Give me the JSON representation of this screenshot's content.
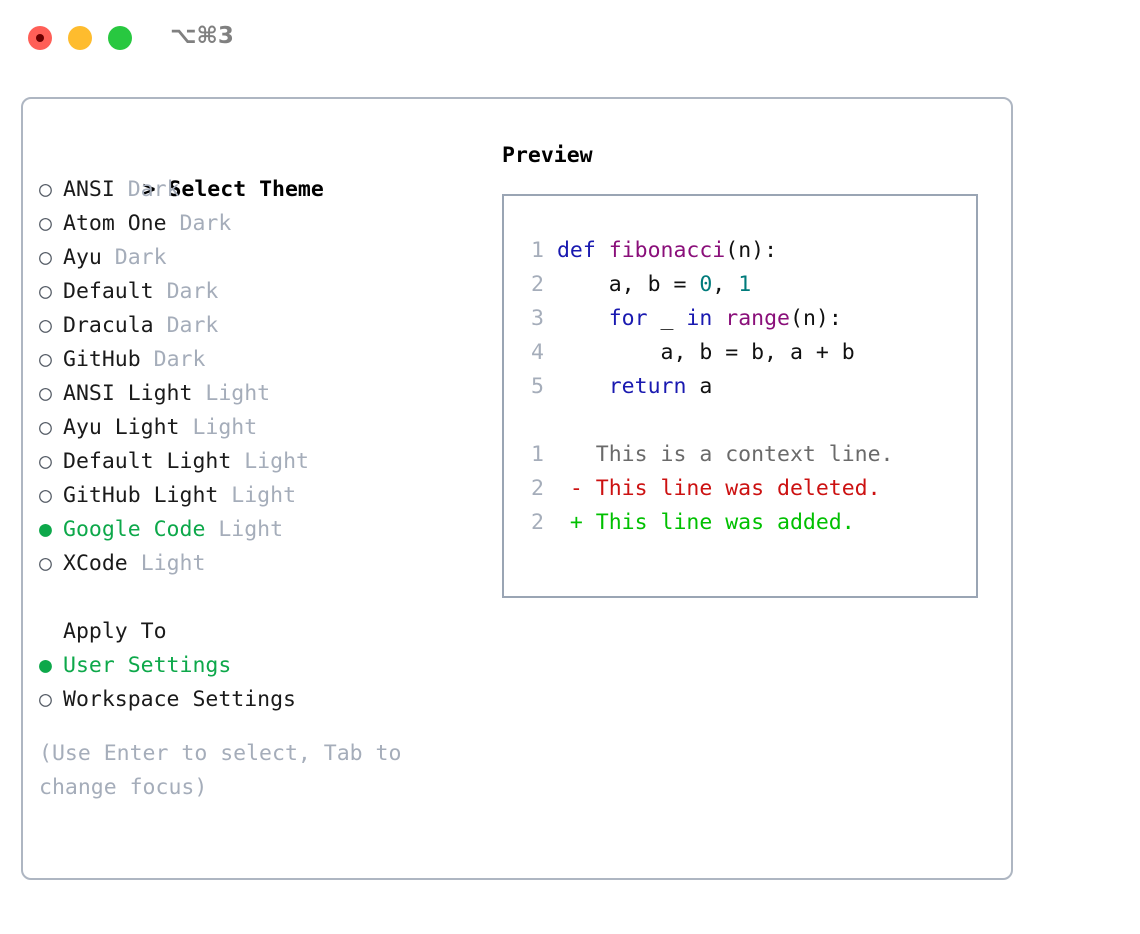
{
  "titlebar": {
    "shortcut": "⌥⌘3",
    "buttons": {
      "close": "close-button",
      "minimize": "minimize-button",
      "maximize": "maximize-button"
    }
  },
  "colors": {
    "accent_green": "#0da84a",
    "muted": "#a5adba",
    "border": "#aeb6c2",
    "preview_border": "#9aa5b4",
    "keyword": "#1919b0",
    "function": "#8a0f7a",
    "number": "#007b7b",
    "diff_added": "#00c000",
    "diff_deleted": "#cc1111",
    "diff_context": "#6a6a6a",
    "traffic_red": "#ff5f57",
    "traffic_yellow": "#febc2e",
    "traffic_green": "#28c840"
  },
  "theme_picker": {
    "prompt": ">",
    "title": "Select Theme",
    "bullet_unselected": "○",
    "bullet_selected": "●",
    "items": [
      {
        "name": "ANSI",
        "kind": "Dark",
        "selected": false
      },
      {
        "name": "Atom One",
        "kind": "Dark",
        "selected": false
      },
      {
        "name": "Ayu",
        "kind": "Dark",
        "selected": false
      },
      {
        "name": "Default",
        "kind": "Dark",
        "selected": false
      },
      {
        "name": "Dracula",
        "kind": "Dark",
        "selected": false
      },
      {
        "name": "GitHub",
        "kind": "Dark",
        "selected": false
      },
      {
        "name": "ANSI Light",
        "kind": "Light",
        "selected": false
      },
      {
        "name": "Ayu Light",
        "kind": "Light",
        "selected": false
      },
      {
        "name": "Default Light",
        "kind": "Light",
        "selected": false
      },
      {
        "name": "GitHub Light",
        "kind": "Light",
        "selected": false
      },
      {
        "name": "Google Code",
        "kind": "Light",
        "selected": true
      },
      {
        "name": "XCode",
        "kind": "Light",
        "selected": false
      }
    ]
  },
  "apply_to": {
    "title": "Apply To",
    "options": [
      {
        "label": "User Settings",
        "selected": true
      },
      {
        "label": "Workspace Settings",
        "selected": false
      }
    ]
  },
  "hint": "(Use Enter to select, Tab to change focus)",
  "preview": {
    "label": "Preview",
    "code_lines": [
      {
        "num": "1",
        "indent": "",
        "tokens": [
          {
            "t": "def",
            "c": "kw"
          },
          {
            "t": " ",
            "c": "plain"
          },
          {
            "t": "fibonacci",
            "c": "fn"
          },
          {
            "t": "(n):",
            "c": "pun"
          }
        ]
      },
      {
        "num": "2",
        "indent": "    ",
        "tokens": [
          {
            "t": "a, b = ",
            "c": "plain"
          },
          {
            "t": "0",
            "c": "num"
          },
          {
            "t": ", ",
            "c": "plain"
          },
          {
            "t": "1",
            "c": "num"
          }
        ]
      },
      {
        "num": "3",
        "indent": "    ",
        "tokens": [
          {
            "t": "for",
            "c": "kw"
          },
          {
            "t": " _ ",
            "c": "plain"
          },
          {
            "t": "in",
            "c": "kw"
          },
          {
            "t": " ",
            "c": "plain"
          },
          {
            "t": "range",
            "c": "fn"
          },
          {
            "t": "(n):",
            "c": "pun"
          }
        ]
      },
      {
        "num": "4",
        "indent": "        ",
        "tokens": [
          {
            "t": "a, b = b, a + b",
            "c": "plain"
          }
        ]
      },
      {
        "num": "5",
        "indent": "    ",
        "tokens": [
          {
            "t": "return",
            "c": "kw"
          },
          {
            "t": " a",
            "c": "plain"
          }
        ]
      }
    ],
    "diff_lines": [
      {
        "num": "1",
        "marker": " ",
        "text": " This is a context line.",
        "c": "ctx"
      },
      {
        "num": "2",
        "marker": "-",
        "text": " This line was deleted.",
        "c": "del"
      },
      {
        "num": "2",
        "marker": "+",
        "text": " This line was added.",
        "c": "add"
      }
    ]
  }
}
